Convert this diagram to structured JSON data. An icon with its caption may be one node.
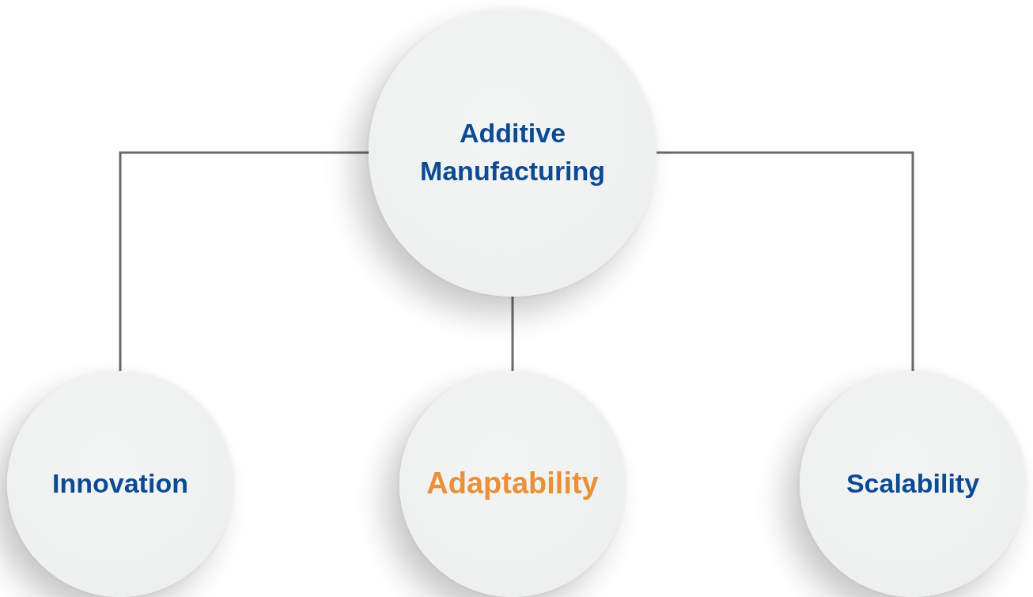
{
  "diagram": {
    "nodes": [
      {
        "text": [
          "Additive Manufacturing"
        ]
      },
      {
        "text": [
          "Innovation"
        ]
      },
      {
        "text": [
          "Adaptability"
        ]
      },
      {
        "text": [
          "Scalability"
        ]
      }
    ],
    "edges": [
      {
        "from": 0,
        "to": 1,
        "arrow": "none"
      },
      {
        "from": 0,
        "to": 2,
        "arrow": "none"
      },
      {
        "from": 0,
        "to": 3,
        "arrow": "none"
      }
    ]
  }
}
